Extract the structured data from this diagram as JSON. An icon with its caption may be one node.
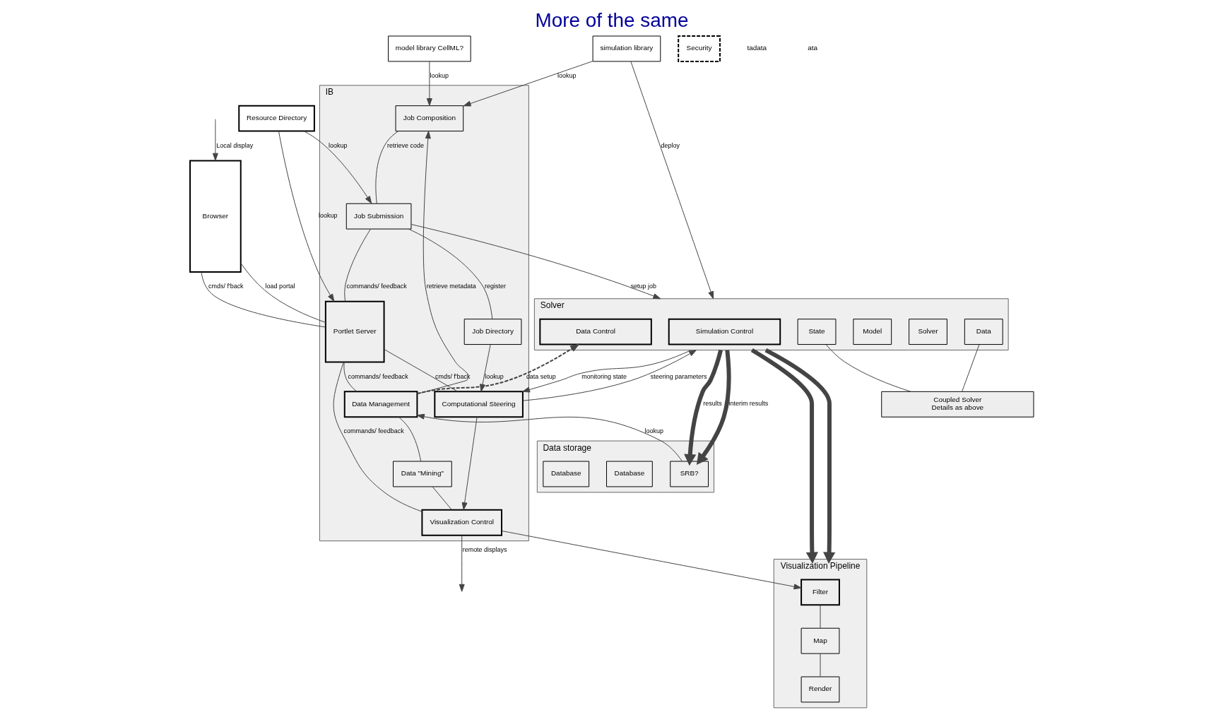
{
  "diagram": {
    "title": "More of the same",
    "nodes": [
      {
        "text": [
          "Browser"
        ]
      },
      {
        "text": [
          "IB"
        ]
      },
      {
        "text": [
          "Security"
        ]
      },
      {
        "text": [
          "Resource Directory"
        ]
      },
      {
        "text": [
          "model library CellML?"
        ]
      },
      {
        "text": [
          "simulation library"
        ]
      },
      {
        "text": [
          "Job Composition"
        ],
        "in": 1
      },
      {
        "text": [
          "Job Submission"
        ],
        "in": 1
      },
      {
        "text": [
          "Job Directory"
        ],
        "in": 1
      },
      {
        "text": [
          "Portlet Server"
        ],
        "in": 1
      },
      {
        "text": [
          "Computational Steering"
        ],
        "in": 1
      },
      {
        "text": [
          "Data Management"
        ],
        "in": 1
      },
      {
        "text": [
          "Data \"Mining\""
        ],
        "in": 1
      },
      {
        "text": [
          "Visualization Control"
        ],
        "in": 1
      },
      {
        "text": [
          "Solver"
        ]
      },
      {
        "text": [
          "Simulation Control"
        ],
        "in": 14
      },
      {
        "text": [
          "Solver"
        ],
        "in": 14
      },
      {
        "text": [
          "Model"
        ],
        "in": 14
      },
      {
        "text": [
          "Data"
        ],
        "in": 14
      },
      {
        "text": [
          "State"
        ],
        "in": 14
      },
      {
        "text": [
          "Data Control"
        ],
        "in": 14
      },
      {
        "text": [
          "Coupled Solver",
          "Details as above"
        ]
      },
      {
        "text": [
          "Data storage"
        ]
      },
      {
        "text": [
          "SRB?"
        ],
        "in": 22
      },
      {
        "text": [
          "Database"
        ],
        "in": 22
      },
      {
        "text": [
          "Database"
        ],
        "in": 22
      },
      {
        "text": [
          "Visualization Pipeline"
        ]
      },
      {
        "text": [
          "Filter"
        ],
        "in": 26
      },
      {
        "text": [
          "Map"
        ],
        "in": 26
      },
      {
        "text": [
          "Render"
        ],
        "in": 26
      }
    ],
    "edges": [
      {
        "from": 0,
        "to": 9,
        "arrow": "none",
        "label": "cmds/ f'back"
      },
      {
        "from": 0,
        "to": 9,
        "arrow": "none",
        "label": "load portal"
      },
      {
        "from": null,
        "to": 0,
        "arrow": "to",
        "label": "Local display"
      },
      {
        "from": 3,
        "to": 9,
        "arrow": "to",
        "label": "lookup"
      },
      {
        "from": 3,
        "to": 7,
        "arrow": "to",
        "label": "lookup"
      },
      {
        "from": 4,
        "to": 6,
        "arrow": "to",
        "label": "lookup"
      },
      {
        "from": 5,
        "to": 6,
        "arrow": "to",
        "label": "lookup"
      },
      {
        "from": 5,
        "to": 14,
        "arrow": "to",
        "label": "deploy"
      },
      {
        "from": 11,
        "to": 6,
        "arrow": "to",
        "label": "retrieve metadata"
      },
      {
        "from": 6,
        "to": 7,
        "arrow": "none",
        "label": "retrieve code"
      },
      {
        "from": 7,
        "to": 9,
        "arrow": "none",
        "label": "commands/ feedback"
      },
      {
        "from": 7,
        "to": 8,
        "arrow": "none",
        "label": "register"
      },
      {
        "from": 8,
        "to": 10,
        "arrow": "to",
        "label": "lookup"
      },
      {
        "from": 7,
        "to": 14,
        "arrow": "to",
        "label": "setup job"
      },
      {
        "from": 10,
        "to": 14,
        "arrow": "to",
        "label": "steering parameters"
      },
      {
        "from": 14,
        "to": 10,
        "arrow": "to",
        "label": "monitoring state"
      },
      {
        "from": 9,
        "to": 10,
        "arrow": "none",
        "label": "cmds/ f'back"
      },
      {
        "from": 11,
        "to": 20,
        "arrow": "to",
        "label": "data setup",
        "style": "dashed"
      },
      {
        "from": 9,
        "to": 11,
        "arrow": "none",
        "label": "commands/ feedback"
      },
      {
        "from": 11,
        "to": 12,
        "arrow": "none"
      },
      {
        "from": 12,
        "to": 13,
        "arrow": "none"
      },
      {
        "from": 10,
        "to": 13,
        "arrow": "to"
      },
      {
        "from": 9,
        "to": 13,
        "arrow": "none",
        "label": "commands/ feedback"
      },
      {
        "from": 23,
        "to": 11,
        "arrow": "to",
        "label": "lookup"
      },
      {
        "from": 18,
        "to": 21,
        "arrow": "none"
      },
      {
        "from": 19,
        "to": 21,
        "arrow": "none"
      },
      {
        "from": 14,
        "to": 23,
        "arrow": "to",
        "label": "results",
        "style": "thick"
      },
      {
        "from": 14,
        "to": 23,
        "arrow": "to",
        "label": "interim results",
        "style": "thick"
      },
      {
        "from": 14,
        "to": 26,
        "arrow": "to",
        "style": "thick"
      },
      {
        "from": 14,
        "to": 26,
        "arrow": "to",
        "style": "thick"
      },
      {
        "from": 13,
        "to": 27,
        "arrow": "to"
      },
      {
        "from": 27,
        "to": 28,
        "arrow": "none"
      },
      {
        "from": 28,
        "to": 29,
        "arrow": "none"
      },
      {
        "from": 13,
        "to": null,
        "arrow": "to",
        "label": "remote displays"
      }
    ],
    "labels": [
      "tadata",
      "ata"
    ]
  }
}
